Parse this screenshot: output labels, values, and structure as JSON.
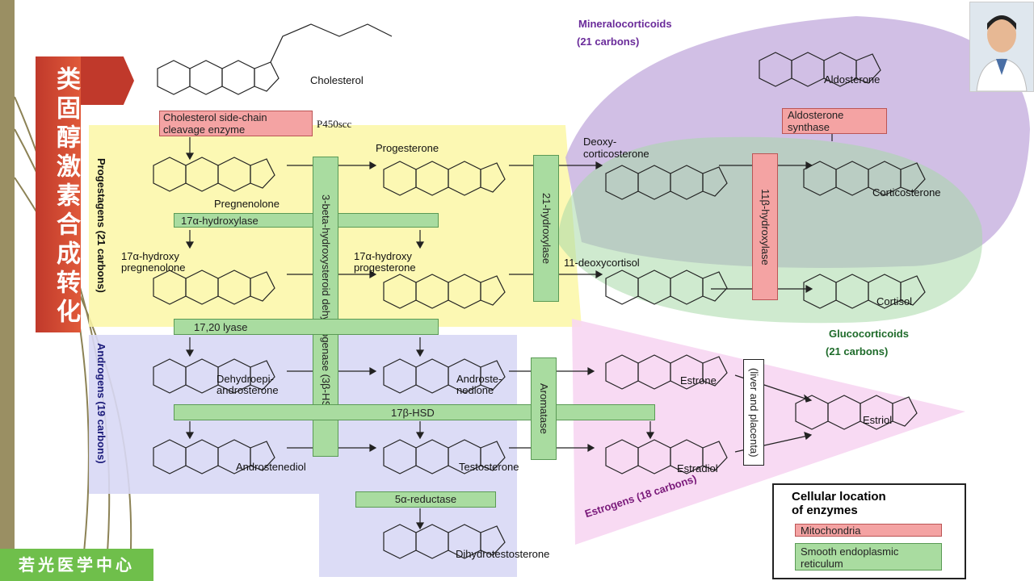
{
  "title": "类固醇激素合成转化",
  "logo": "若光医学中心",
  "groups": {
    "progestagens": "Progestagens (21 carbons)",
    "androgens": "Androgens (19 carbons)",
    "estrogens": "Estrogens (18 carbons)",
    "mineralocorticoids": "Mineralocorticoids",
    "mineralocorticoids_carbons": "(21 carbons)",
    "glucocorticoids": "Glucocorticoids",
    "glucocorticoids_carbons": "(21 carbons)"
  },
  "compounds": {
    "cholesterol": "Cholesterol",
    "pregnenolone": "Pregnenolone",
    "progesterone": "Progesterone",
    "deoxycorticosterone": "Deoxy-\ncorticosterone",
    "corticosterone": "Corticosterone",
    "aldosterone": "Aldosterone",
    "hydroxypregnenolone": "17α-hydroxy\npregnenolone",
    "hydroxyprogesterone": "17α-hydroxy\nprogesterone",
    "deoxycortisol": "11-deoxycortisol",
    "cortisol": "Cortisol",
    "dhea": "Dehydroepi-\nandrosterone",
    "androstenedione": "Androste-\nnedione",
    "estrone": "Estrone",
    "estriol": "Estriol",
    "androstenediol": "Androstenediol",
    "testosterone": "Testosterone",
    "estradiol": "Estradiol",
    "dht": "Dihydrotestosterone"
  },
  "enzymes": {
    "scc": "Cholesterol side-chain\ncleavage enzyme",
    "p450scc": "P450scc",
    "hydroxylase17": "17α-hydroxylase",
    "hsd3b": "3-beta-hydroxysteroid dehydrogenase (3β-HSD)",
    "hydroxylase21": "21-hydroxylase",
    "hydroxylase11b": "11β-hydroxylase",
    "aldosterone_synthase": "Aldosterone\nsynthase",
    "lyase": "17,20 lyase",
    "hsd17b": "17β-HSD",
    "aromatase": "Aromatase",
    "liver": "(liver and placenta)",
    "reductase": "5α-reductase"
  },
  "legend": {
    "title": "Cellular location\nof enzymes",
    "mito": "Mitochondria",
    "er": "Smooth endoplasmic\nreticulum"
  },
  "colors": {
    "mitochondria": "#f4a3a3",
    "er": "#a9dca0",
    "title_red": "#c0392b"
  }
}
